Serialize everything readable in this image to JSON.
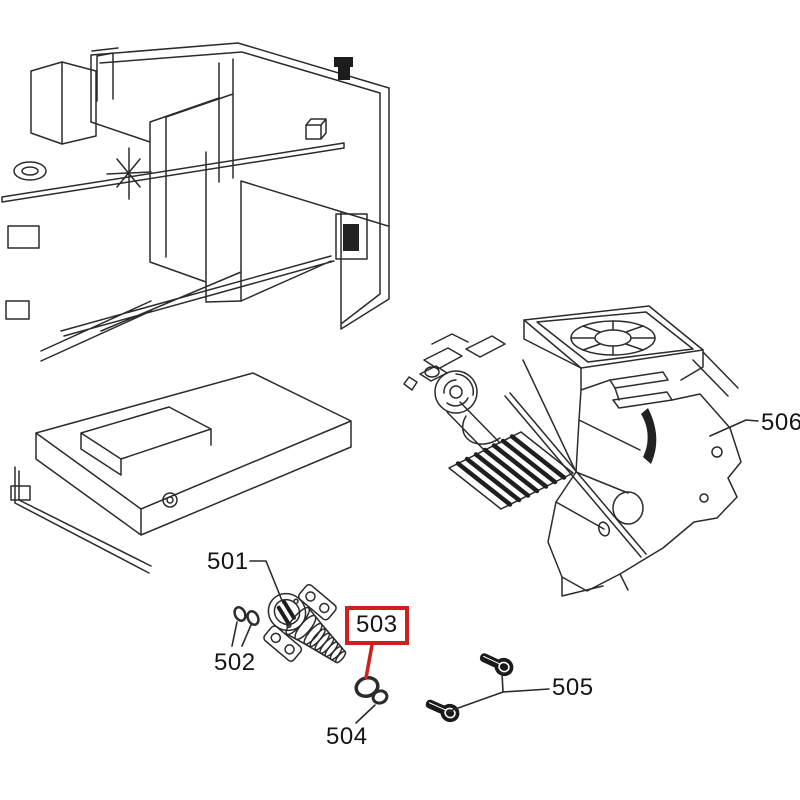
{
  "diagram": {
    "kind": "exploded-parts-diagram",
    "background_color": "#ffffff",
    "line_color": "#2b2b2b",
    "highlight_color": "#cf1f1f",
    "parts": [
      {
        "label": "501",
        "highlighted": false
      },
      {
        "label": "502",
        "highlighted": false
      },
      {
        "label": "503",
        "highlighted": true
      },
      {
        "label": "504",
        "highlighted": false
      },
      {
        "label": "505",
        "highlighted": false
      },
      {
        "label": "506",
        "highlighted": false
      }
    ]
  }
}
